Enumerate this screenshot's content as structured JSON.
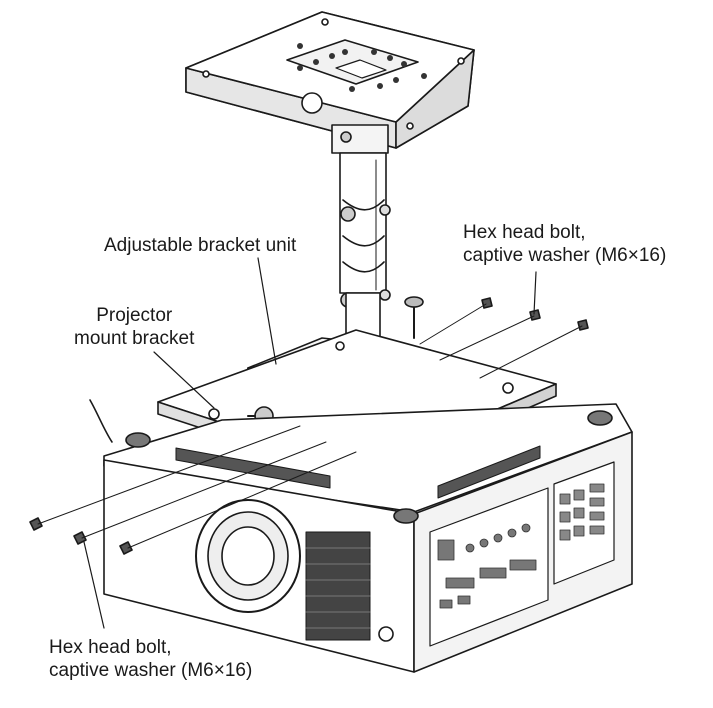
{
  "labels": {
    "adjustable_bracket_unit": "Adjustable bracket unit",
    "projector_mount_bracket": [
      "Projector",
      "mount bracket"
    ],
    "hex_bolt_top": [
      "Hex head bolt,",
      "captive washer (M6×16)"
    ],
    "hex_bolt_bottom": [
      "Hex head bolt,",
      "captive washer (M6×16)"
    ]
  },
  "colors": {
    "line": "#1a1a1a",
    "fill": "#ffffff",
    "shade": "#cfcfcf",
    "dark": "#555555"
  }
}
